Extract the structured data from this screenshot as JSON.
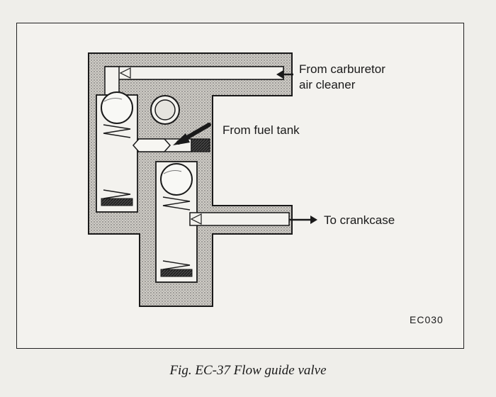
{
  "figure": {
    "labels": {
      "from_air_cleaner_line1": "From carburetor",
      "from_air_cleaner_line2": "air cleaner",
      "from_fuel_tank": "From fuel tank",
      "to_crankcase": "To crankcase"
    },
    "code": "EC030",
    "caption": "Fig. EC-37  Flow guide valve"
  }
}
